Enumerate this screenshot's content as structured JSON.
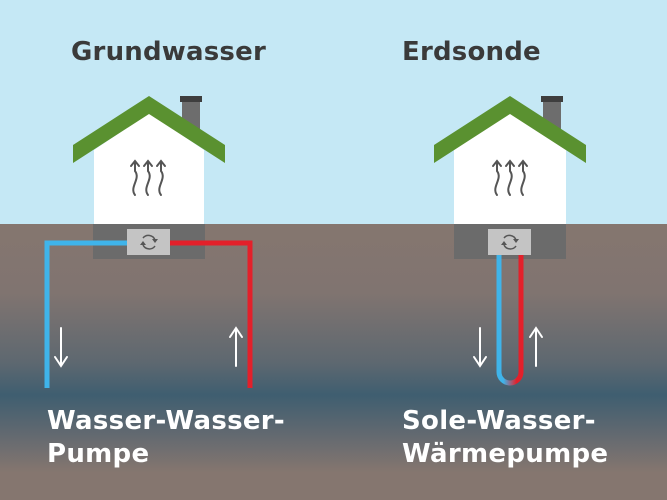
{
  "colors": {
    "sky": "#c5e8f5",
    "ground": "#85766f",
    "water_band": "#3f5e70",
    "roof": "#5a9130",
    "house": "#ffffff",
    "chimney": "#6d6d6d",
    "chimney_cap": "#3e3e3e",
    "basement": "#6b6b6b",
    "pump_box": "#c4c4c4",
    "cold_pipe": "#3fb4ea",
    "hot_pipe": "#e3202a",
    "title_text": "#3a3a3a",
    "caption_text": "#ffffff"
  },
  "panels": [
    {
      "title": "Grundwasser",
      "caption_line1": "Wasser-Wasser-",
      "caption_line2": "Pumpe",
      "icons": [
        "house-icon",
        "heat-waves-icon",
        "heat-pump-cycle-icon",
        "arrow-down-icon",
        "arrow-up-icon"
      ]
    },
    {
      "title": "Erdsonde",
      "caption_line1": "Sole-Wasser-",
      "caption_line2": "Wärmepumpe",
      "icons": [
        "house-icon",
        "heat-waves-icon",
        "heat-pump-cycle-icon",
        "arrow-down-icon",
        "arrow-up-icon"
      ]
    }
  ]
}
